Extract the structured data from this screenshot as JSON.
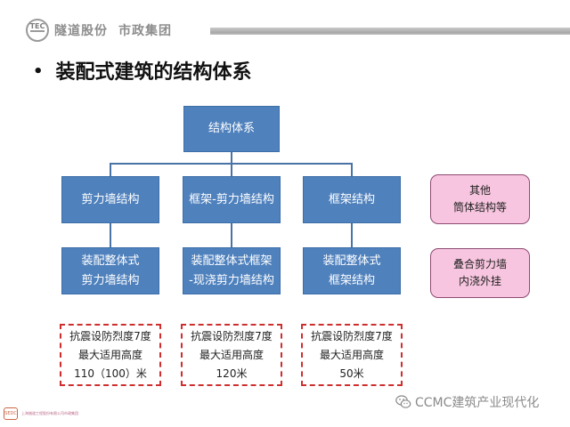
{
  "header": {
    "logo_text": "TEC",
    "company_name": "隧道股份",
    "group_name": "市政集团"
  },
  "title": {
    "bullet": "•",
    "text": "装配式建筑的结构体系"
  },
  "diagram": {
    "root": "结构体系",
    "level1": [
      "剪力墙结构",
      "框架-剪力墙结构",
      "框架结构"
    ],
    "level2": [
      [
        "装配整体式",
        "剪力墙结构"
      ],
      [
        "装配整体式框架",
        "-现浇剪力墙结构"
      ],
      [
        "装配整体式",
        "框架结构"
      ]
    ],
    "specs": [
      [
        "抗震设防烈度7度",
        "最大适用高度",
        "110（100）米"
      ],
      [
        "抗震设防烈度7度",
        "最大适用高度",
        "120米"
      ],
      [
        "抗震设防烈度7度",
        "最大适用高度",
        "50米"
      ]
    ],
    "side_notes": [
      [
        "其他",
        "筒体结构等"
      ],
      [
        "叠合剪力墙",
        "内浇外挂"
      ]
    ]
  },
  "footer": {
    "logo_text": "SEDC",
    "small_text": "上海隧道工程股份有限公司市政集团",
    "watermark": "CCMC建筑产业现代化"
  },
  "colors": {
    "box_fill": "#4f81bd",
    "note_fill": "#f7c5df",
    "dash_border": "#cf2e2e"
  }
}
